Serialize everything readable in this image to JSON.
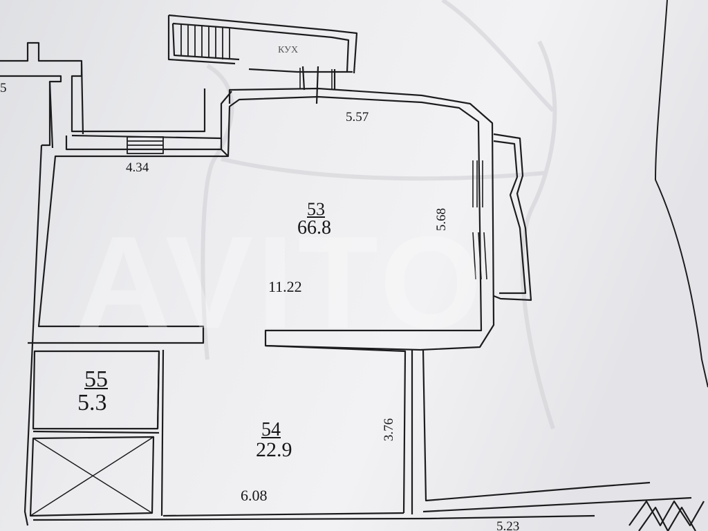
{
  "plan": {
    "dimensions": {
      "top_left_room_width": "4.34",
      "room53_top_wall": "5.57",
      "room53_right_wall": "5.68",
      "room53_bottom_wall": "11.22",
      "room54_right_wall": "3.76",
      "room54_bottom_wall": "6.08",
      "bottom_right_partial": "5.23"
    },
    "rooms": [
      {
        "number": "53",
        "area": "66.8"
      },
      {
        "number": "54",
        "area": "22.9"
      },
      {
        "number": "55",
        "area": "5.3"
      }
    ],
    "partial_text": {
      "edge_letter": "5",
      "upper_stamp": "КУХ"
    },
    "watermark": "AVITO",
    "colors": {
      "paper": "#ebebee",
      "ink": "#1c1c1e"
    }
  }
}
